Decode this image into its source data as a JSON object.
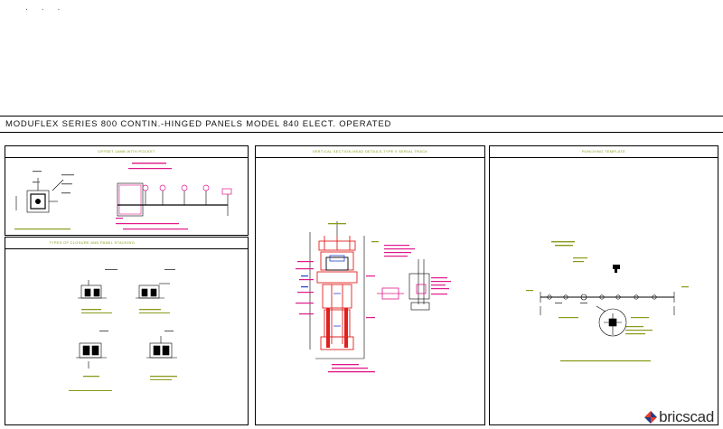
{
  "sheet": {
    "title": "MODUFLEX SERIES 800  CONTIN.-HINGED PANELS MODEL 840 ELECT. OPERATED"
  },
  "panels": {
    "offset_jamb": {
      "title": "OFFSET JAMB WITH POCKET"
    },
    "types_closure": {
      "title": "TYPES OF CLOSURE AND PANEL STACKING"
    },
    "vertical_section": {
      "title": "VERTICAL SECTION-HEAD DETAILS-TYPE 9 SERIAL TRACK"
    },
    "punching_template": {
      "title": "PUNCHING TEMPLATE"
    }
  },
  "brand": {
    "name": "bricscad"
  },
  "colors": {
    "line": "#000000",
    "green_label": "#8a9a1a",
    "magenta": "#e0188c",
    "red": "#e0201e",
    "blue": "#2040d0"
  }
}
